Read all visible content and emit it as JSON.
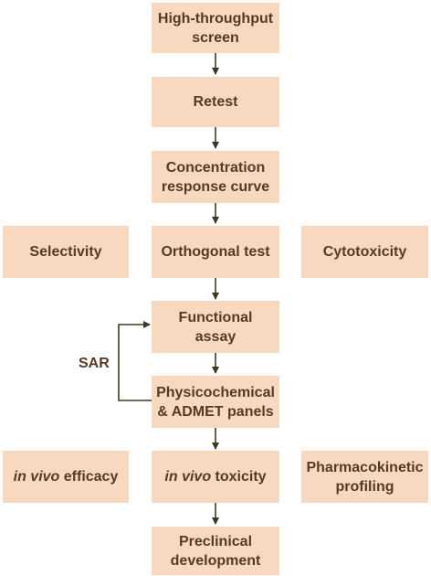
{
  "flowchart": {
    "boxes": {
      "hts": "High-throughput screen",
      "retest": "Retest",
      "crc": "Concentration response curve",
      "selectivity": "Selectivity",
      "orthogonal": "Orthogonal test",
      "cytotoxicity": "Cytotoxicity",
      "functional": "Functional assay",
      "physchem": "Physicochemical & ADMET panels",
      "efficacy_italic": "in vivo",
      "efficacy_rest": " efficacy",
      "toxicity_italic": "in vivo",
      "toxicity_rest": " toxicity",
      "pk": "Pharmacokinetic profiling",
      "preclinical": "Preclinical development"
    },
    "loop_label": "SAR"
  },
  "colors": {
    "box_fill": "#f8d9c0",
    "text": "#5a3826",
    "arrow": "#3d3a22"
  }
}
